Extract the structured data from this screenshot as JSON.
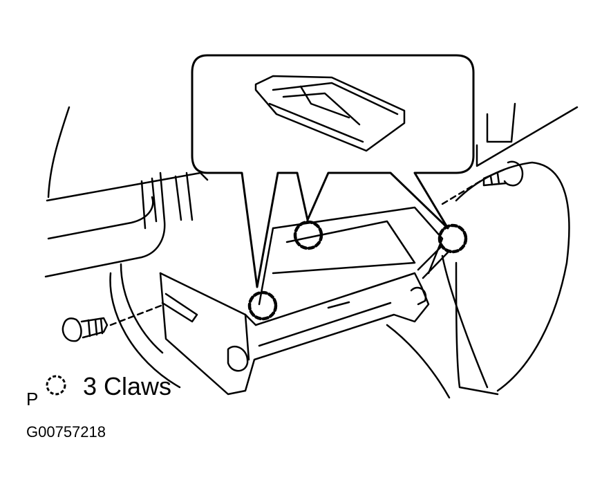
{
  "legend": {
    "prefix": "P",
    "icon": "dashed-circle-icon",
    "text": "3 Claws"
  },
  "figure_id": "G00757218",
  "colors": {
    "ink": "#000000",
    "background": "#ffffff"
  }
}
